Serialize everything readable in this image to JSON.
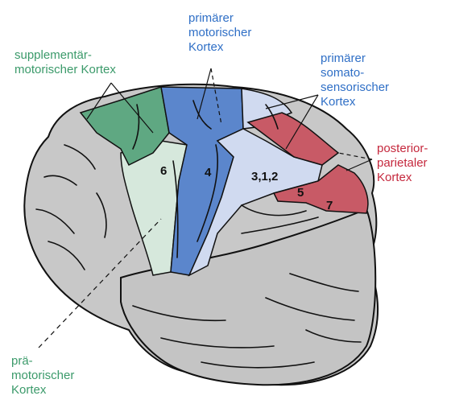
{
  "labels": {
    "sma_line1": "supplementär-",
    "sma_line2": "motorischer Kortex",
    "m1_line1": "primärer",
    "m1_line2": "motorischer",
    "m1_line3": "Kortex",
    "s1_line1": "primärer",
    "s1_line2": "somato-",
    "s1_line3": "sensorischer",
    "s1_line4": "Kortex",
    "ppc_line1": "posterior-",
    "ppc_line2": "parietaler",
    "ppc_line3": "Kortex",
    "pm_line1": "prä-",
    "pm_line2": "motorischer",
    "pm_line3": "Kortex"
  },
  "areas": {
    "area_6": "6",
    "area_4": "4",
    "area_312": "3,1,2",
    "area_5": "5",
    "area_7": "7"
  },
  "colors": {
    "cortex": "#c8c8c8",
    "supplementary_motor": "#5fa882",
    "premotor": "#d6e8dc",
    "primary_motor": "#5b86cc",
    "somatosensory": "#d0daf0",
    "posterior_parietal": "#c85a66"
  }
}
